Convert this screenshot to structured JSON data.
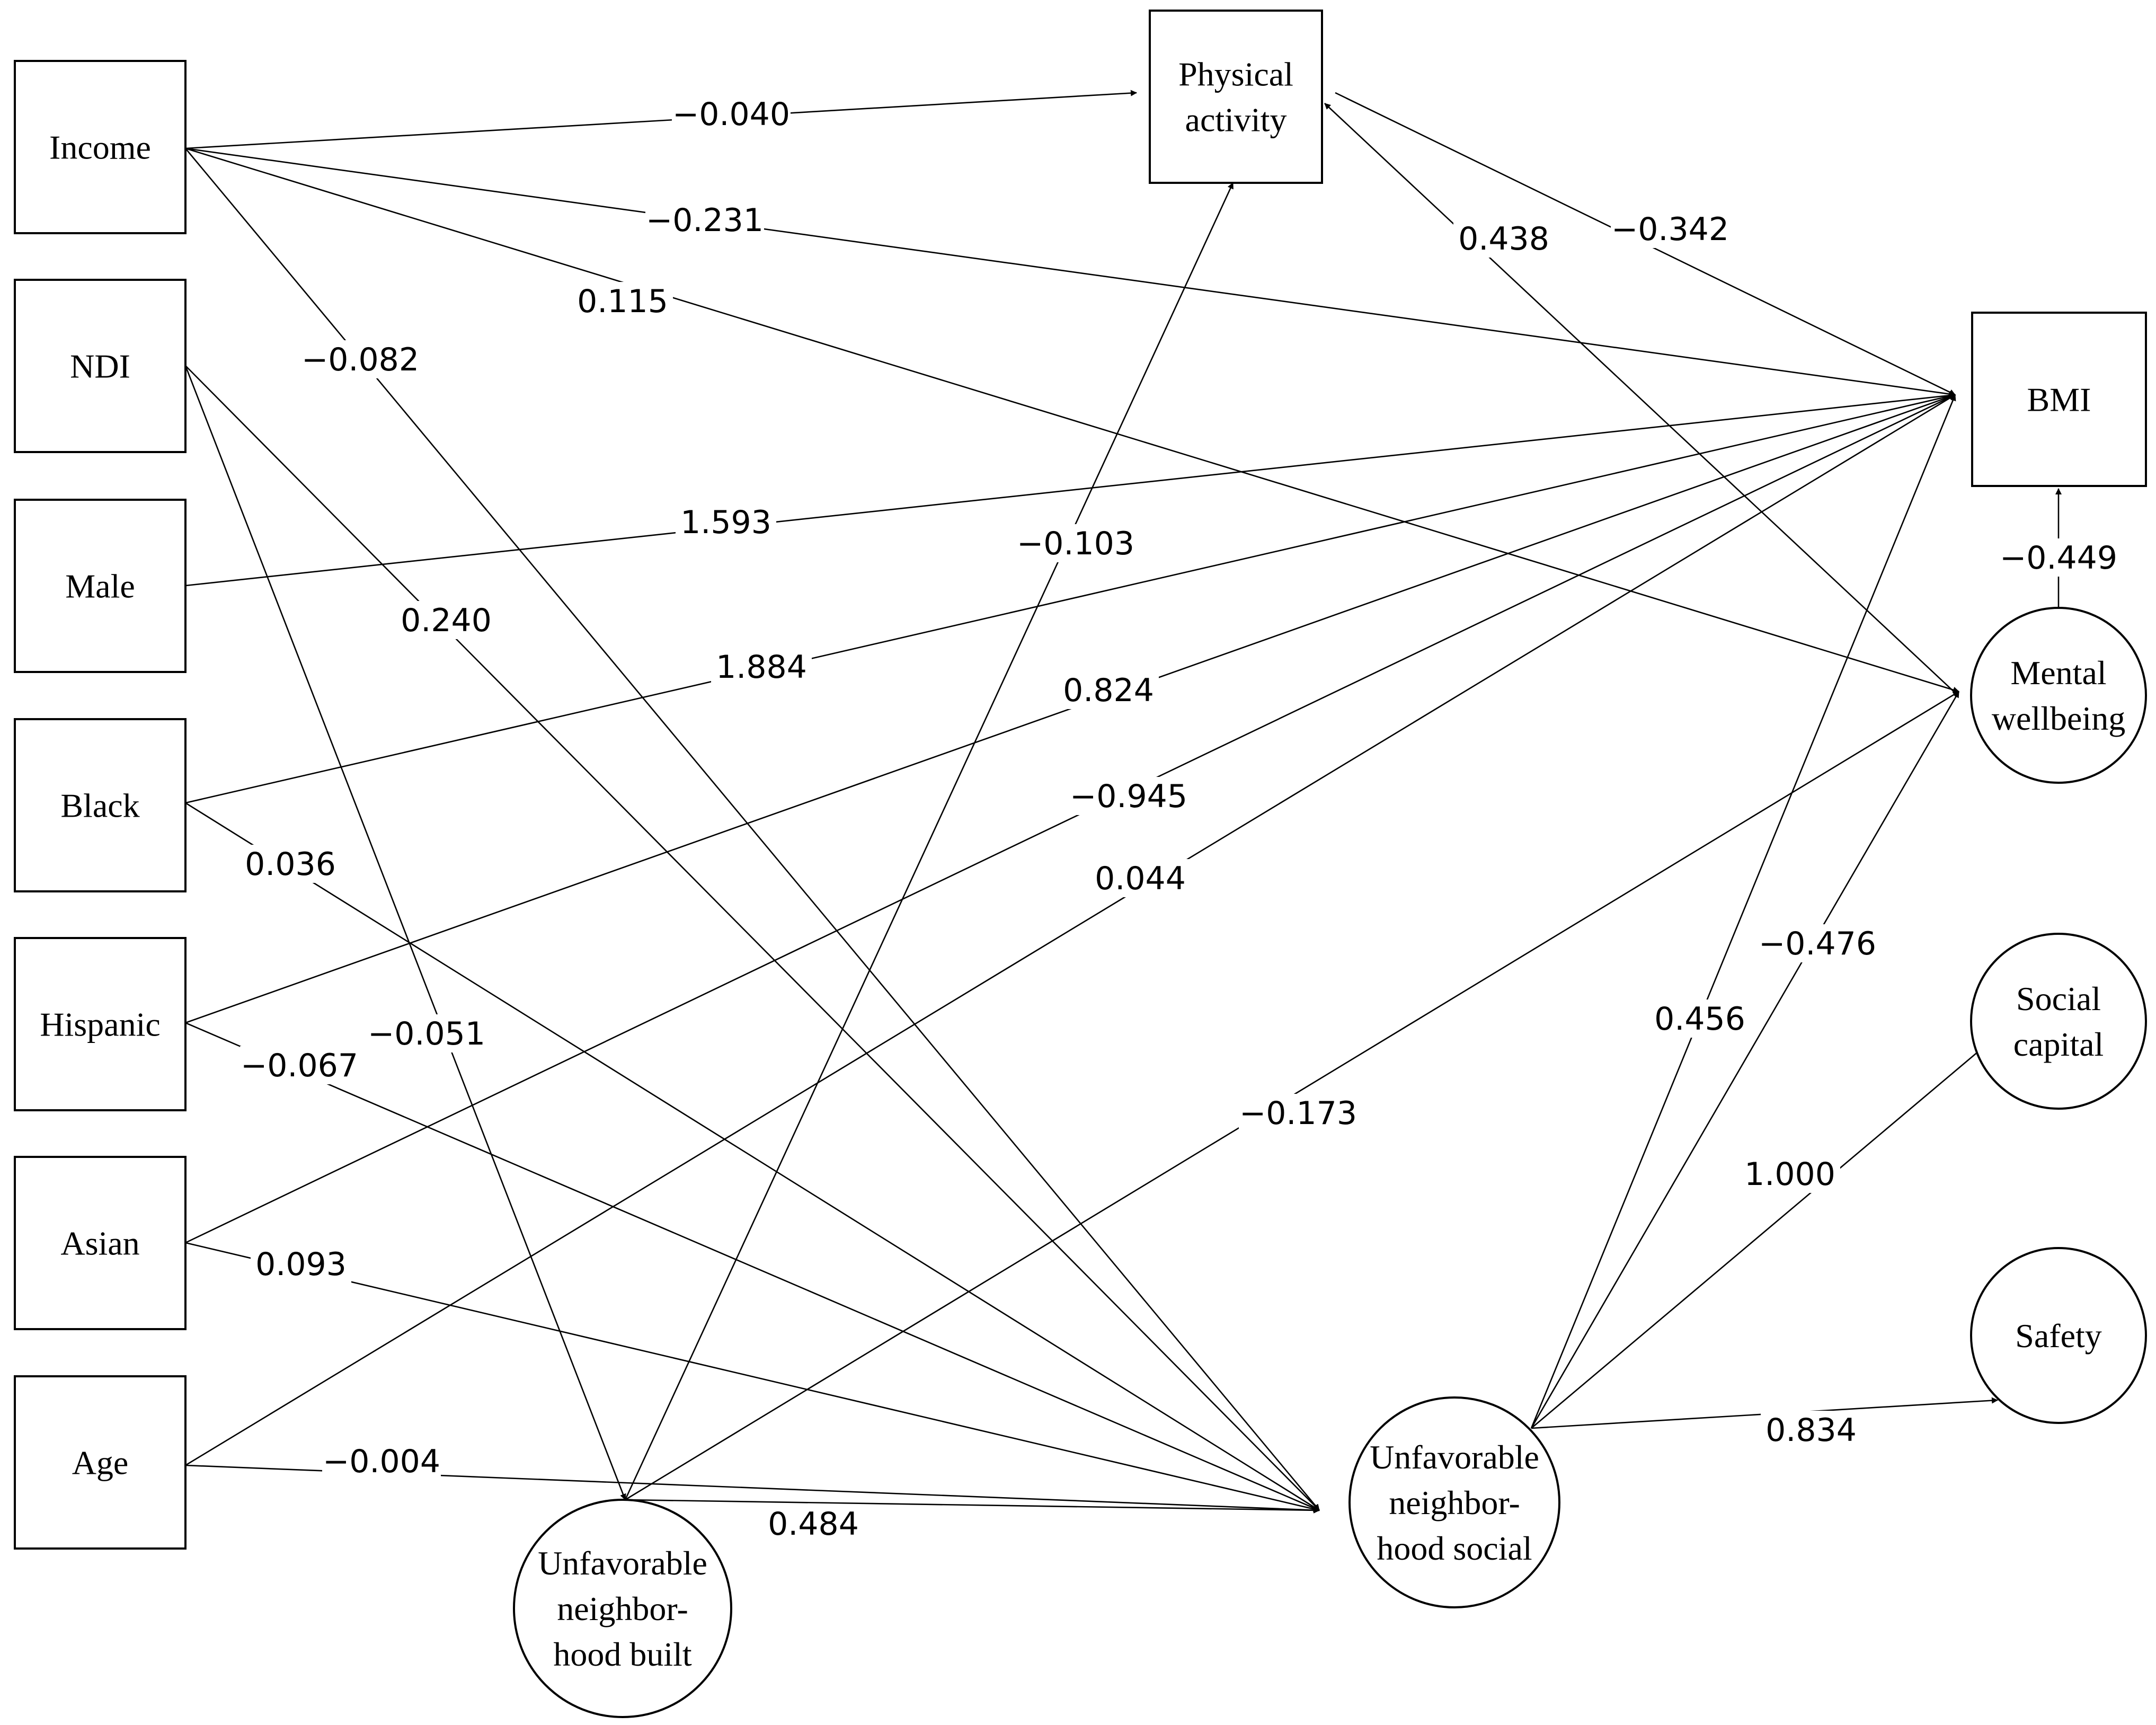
{
  "nodes": [
    {
      "id": "income",
      "shape": "rect",
      "lines": [
        "Income"
      ]
    },
    {
      "id": "ndi",
      "shape": "rect",
      "lines": [
        "NDI"
      ]
    },
    {
      "id": "male",
      "shape": "rect",
      "lines": [
        "Male"
      ]
    },
    {
      "id": "black",
      "shape": "rect",
      "lines": [
        "Black"
      ]
    },
    {
      "id": "hispanic",
      "shape": "rect",
      "lines": [
        "Hispanic"
      ]
    },
    {
      "id": "asian",
      "shape": "rect",
      "lines": [
        "Asian"
      ]
    },
    {
      "id": "age",
      "shape": "rect",
      "lines": [
        "Age"
      ]
    },
    {
      "id": "physical-activity",
      "shape": "rect",
      "lines": [
        "Physical",
        "activity"
      ]
    },
    {
      "id": "bmi",
      "shape": "rect",
      "lines": [
        "BMI"
      ]
    },
    {
      "id": "mental-wellbeing",
      "shape": "circle",
      "lines": [
        "Mental",
        "wellbeing"
      ]
    },
    {
      "id": "social-capital",
      "shape": "circle",
      "lines": [
        "Social",
        "capital"
      ]
    },
    {
      "id": "safety",
      "shape": "circle",
      "lines": [
        "Safety"
      ]
    },
    {
      "id": "unfavorable-neighborhood-social",
      "shape": "circle",
      "lines": [
        "Unfavorable",
        "neighbor-",
        "hood social"
      ]
    },
    {
      "id": "unfavorable-neighborhood-built",
      "shape": "circle",
      "lines": [
        "Unfavorable",
        "neighbor-",
        "hood built"
      ]
    }
  ],
  "edges": [
    {
      "from": "income",
      "to": "physical-activity",
      "label": "−0.040"
    },
    {
      "from": "income",
      "to": "bmi",
      "label": "−0.231"
    },
    {
      "from": "income",
      "to": "mental-wellbeing",
      "label": "0.115"
    },
    {
      "from": "income",
      "to": "unfavorable-neighborhood-social",
      "label": "−0.082"
    },
    {
      "from": "physical-activity",
      "to": "bmi",
      "label": "−0.342"
    },
    {
      "from": "unfavorable-neighborhood-social",
      "to": "physical-activity",
      "label": "0.438"
    },
    {
      "from": "ndi",
      "to": "unfavorable-neighborhood-social",
      "label": "0.240"
    },
    {
      "from": "ndi",
      "to": "unfavorable-neighborhood-built",
      "label": "−0.051"
    },
    {
      "from": "unfavorable-neighborhood-built",
      "to": "physical-activity",
      "label": "−0.103"
    },
    {
      "from": "male",
      "to": "bmi",
      "label": "1.593"
    },
    {
      "from": "black",
      "to": "bmi",
      "label": "1.884"
    },
    {
      "from": "black",
      "to": "unfavorable-neighborhood-social",
      "label": "0.036"
    },
    {
      "from": "hispanic",
      "to": "bmi",
      "label": "0.824"
    },
    {
      "from": "hispanic",
      "to": "unfavorable-neighborhood-social",
      "label": "−0.067"
    },
    {
      "from": "asian",
      "to": "bmi",
      "label": "−0.945"
    },
    {
      "from": "asian",
      "to": "unfavorable-neighborhood-social",
      "label": "0.093"
    },
    {
      "from": "age",
      "to": "bmi",
      "label": "0.044"
    },
    {
      "from": "age",
      "to": "unfavorable-neighborhood-social",
      "label": "−0.004"
    },
    {
      "from": "unfavorable-neighborhood-built",
      "to": "mental-wellbeing",
      "label": "−0.173"
    },
    {
      "from": "unfavorable-neighborhood-built",
      "to": "unfavorable-neighborhood-social",
      "label": "0.484"
    },
    {
      "from": "unfavorable-neighborhood-social",
      "to": "bmi",
      "label": "0.456"
    },
    {
      "from": "unfavorable-neighborhood-social",
      "to": "mental-wellbeing",
      "label": "−0.476"
    },
    {
      "from": "unfavorable-neighborhood-social",
      "to": "social-capital",
      "label": "1.000"
    },
    {
      "from": "unfavorable-neighborhood-social",
      "to": "safety",
      "label": "0.834"
    },
    {
      "from": "mental-wellbeing",
      "to": "bmi",
      "label": "−0.449"
    }
  ]
}
